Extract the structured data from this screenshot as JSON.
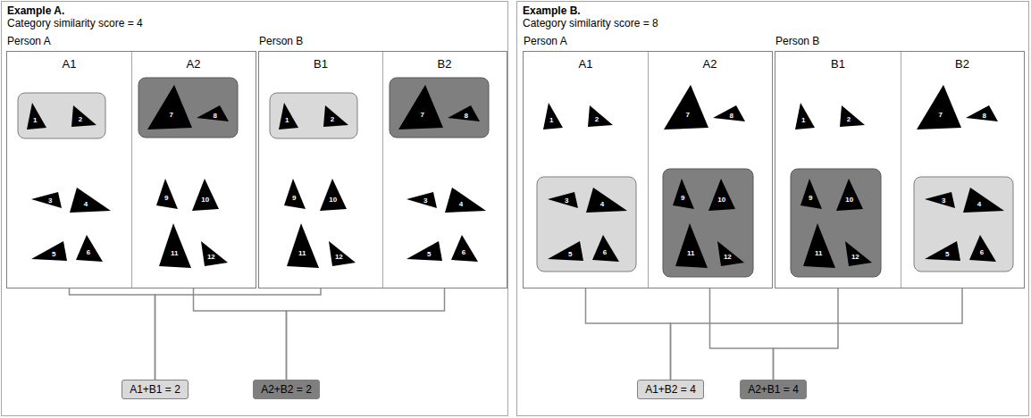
{
  "diagram": {
    "nodes": [
      {
        "text": [
          "Example A.",
          "Category similarity score = 4"
        ]
      },
      {
        "text": [
          "Person A"
        ],
        "in": 0
      },
      {
        "text": [
          "A1"
        ],
        "in": 1
      },
      {
        "text": [
          "1"
        ],
        "in": 2
      },
      {
        "text": [
          "2"
        ],
        "in": 2
      },
      {
        "text": [
          "3"
        ],
        "in": 2
      },
      {
        "text": [
          "4"
        ],
        "in": 2
      },
      {
        "text": [
          "5"
        ],
        "in": 2
      },
      {
        "text": [
          "6"
        ],
        "in": 2
      },
      {
        "text": [
          "A2"
        ],
        "in": 1
      },
      {
        "text": [
          "7"
        ],
        "in": 9
      },
      {
        "text": [
          "8"
        ],
        "in": 9
      },
      {
        "text": [
          "9"
        ],
        "in": 9
      },
      {
        "text": [
          "10"
        ],
        "in": 9
      },
      {
        "text": [
          "11"
        ],
        "in": 9
      },
      {
        "text": [
          "12"
        ],
        "in": 9
      },
      {
        "text": [
          "Person B"
        ],
        "in": 0
      },
      {
        "text": [
          "B1"
        ],
        "in": 16
      },
      {
        "text": [
          "1"
        ],
        "in": 17
      },
      {
        "text": [
          "2"
        ],
        "in": 17
      },
      {
        "text": [
          "9"
        ],
        "in": 17
      },
      {
        "text": [
          "10"
        ],
        "in": 17
      },
      {
        "text": [
          "11"
        ],
        "in": 17
      },
      {
        "text": [
          "12"
        ],
        "in": 17
      },
      {
        "text": [
          "B2"
        ],
        "in": 16
      },
      {
        "text": [
          "7"
        ],
        "in": 24
      },
      {
        "text": [
          "8"
        ],
        "in": 24
      },
      {
        "text": [
          "3"
        ],
        "in": 24
      },
      {
        "text": [
          "4"
        ],
        "in": 24
      },
      {
        "text": [
          "5"
        ],
        "in": 24
      },
      {
        "text": [
          "6"
        ],
        "in": 24
      },
      {
        "text": [
          "A1+B1 = 2"
        ],
        "in": 0
      },
      {
        "text": [
          "A2+B2 = 2"
        ],
        "in": 0
      },
      {
        "text": [
          "Example B.",
          "Category similarity score = 8"
        ]
      },
      {
        "text": [
          "Person A"
        ],
        "in": 33
      },
      {
        "text": [
          "A1"
        ],
        "in": 34
      },
      {
        "text": [
          "1"
        ],
        "in": 35
      },
      {
        "text": [
          "2"
        ],
        "in": 35
      },
      {
        "text": [
          "3"
        ],
        "in": 35
      },
      {
        "text": [
          "4"
        ],
        "in": 35
      },
      {
        "text": [
          "5"
        ],
        "in": 35
      },
      {
        "text": [
          "6"
        ],
        "in": 35
      },
      {
        "text": [
          "A2"
        ],
        "in": 34
      },
      {
        "text": [
          "7"
        ],
        "in": 42
      },
      {
        "text": [
          "8"
        ],
        "in": 42
      },
      {
        "text": [
          "9"
        ],
        "in": 42
      },
      {
        "text": [
          "10"
        ],
        "in": 42
      },
      {
        "text": [
          "11"
        ],
        "in": 42
      },
      {
        "text": [
          "12"
        ],
        "in": 42
      },
      {
        "text": [
          "Person B"
        ],
        "in": 33
      },
      {
        "text": [
          "B1"
        ],
        "in": 49
      },
      {
        "text": [
          "1"
        ],
        "in": 50
      },
      {
        "text": [
          "2"
        ],
        "in": 50
      },
      {
        "text": [
          "9"
        ],
        "in": 50
      },
      {
        "text": [
          "10"
        ],
        "in": 50
      },
      {
        "text": [
          "11"
        ],
        "in": 50
      },
      {
        "text": [
          "12"
        ],
        "in": 50
      },
      {
        "text": [
          "B2"
        ],
        "in": 49
      },
      {
        "text": [
          "7"
        ],
        "in": 57
      },
      {
        "text": [
          "8"
        ],
        "in": 57
      },
      {
        "text": [
          "3"
        ],
        "in": 57
      },
      {
        "text": [
          "4"
        ],
        "in": 57
      },
      {
        "text": [
          "5"
        ],
        "in": 57
      },
      {
        "text": [
          "6"
        ],
        "in": 57
      },
      {
        "text": [
          "A1+B2 = 4"
        ],
        "in": 33
      },
      {
        "text": [
          "A2+B1 = 4"
        ],
        "in": 33
      }
    ],
    "edges": [
      {
        "from": 2,
        "to": 31,
        "arrow": "none"
      },
      {
        "from": 17,
        "to": 31,
        "arrow": "none"
      },
      {
        "from": 9,
        "to": 32,
        "arrow": "none"
      },
      {
        "from": 24,
        "to": 32,
        "arrow": "none"
      },
      {
        "from": 35,
        "to": 64,
        "arrow": "none"
      },
      {
        "from": 57,
        "to": 64,
        "arrow": "none"
      },
      {
        "from": 42,
        "to": 65,
        "arrow": "none"
      },
      {
        "from": 50,
        "to": 65,
        "arrow": "none"
      }
    ]
  }
}
